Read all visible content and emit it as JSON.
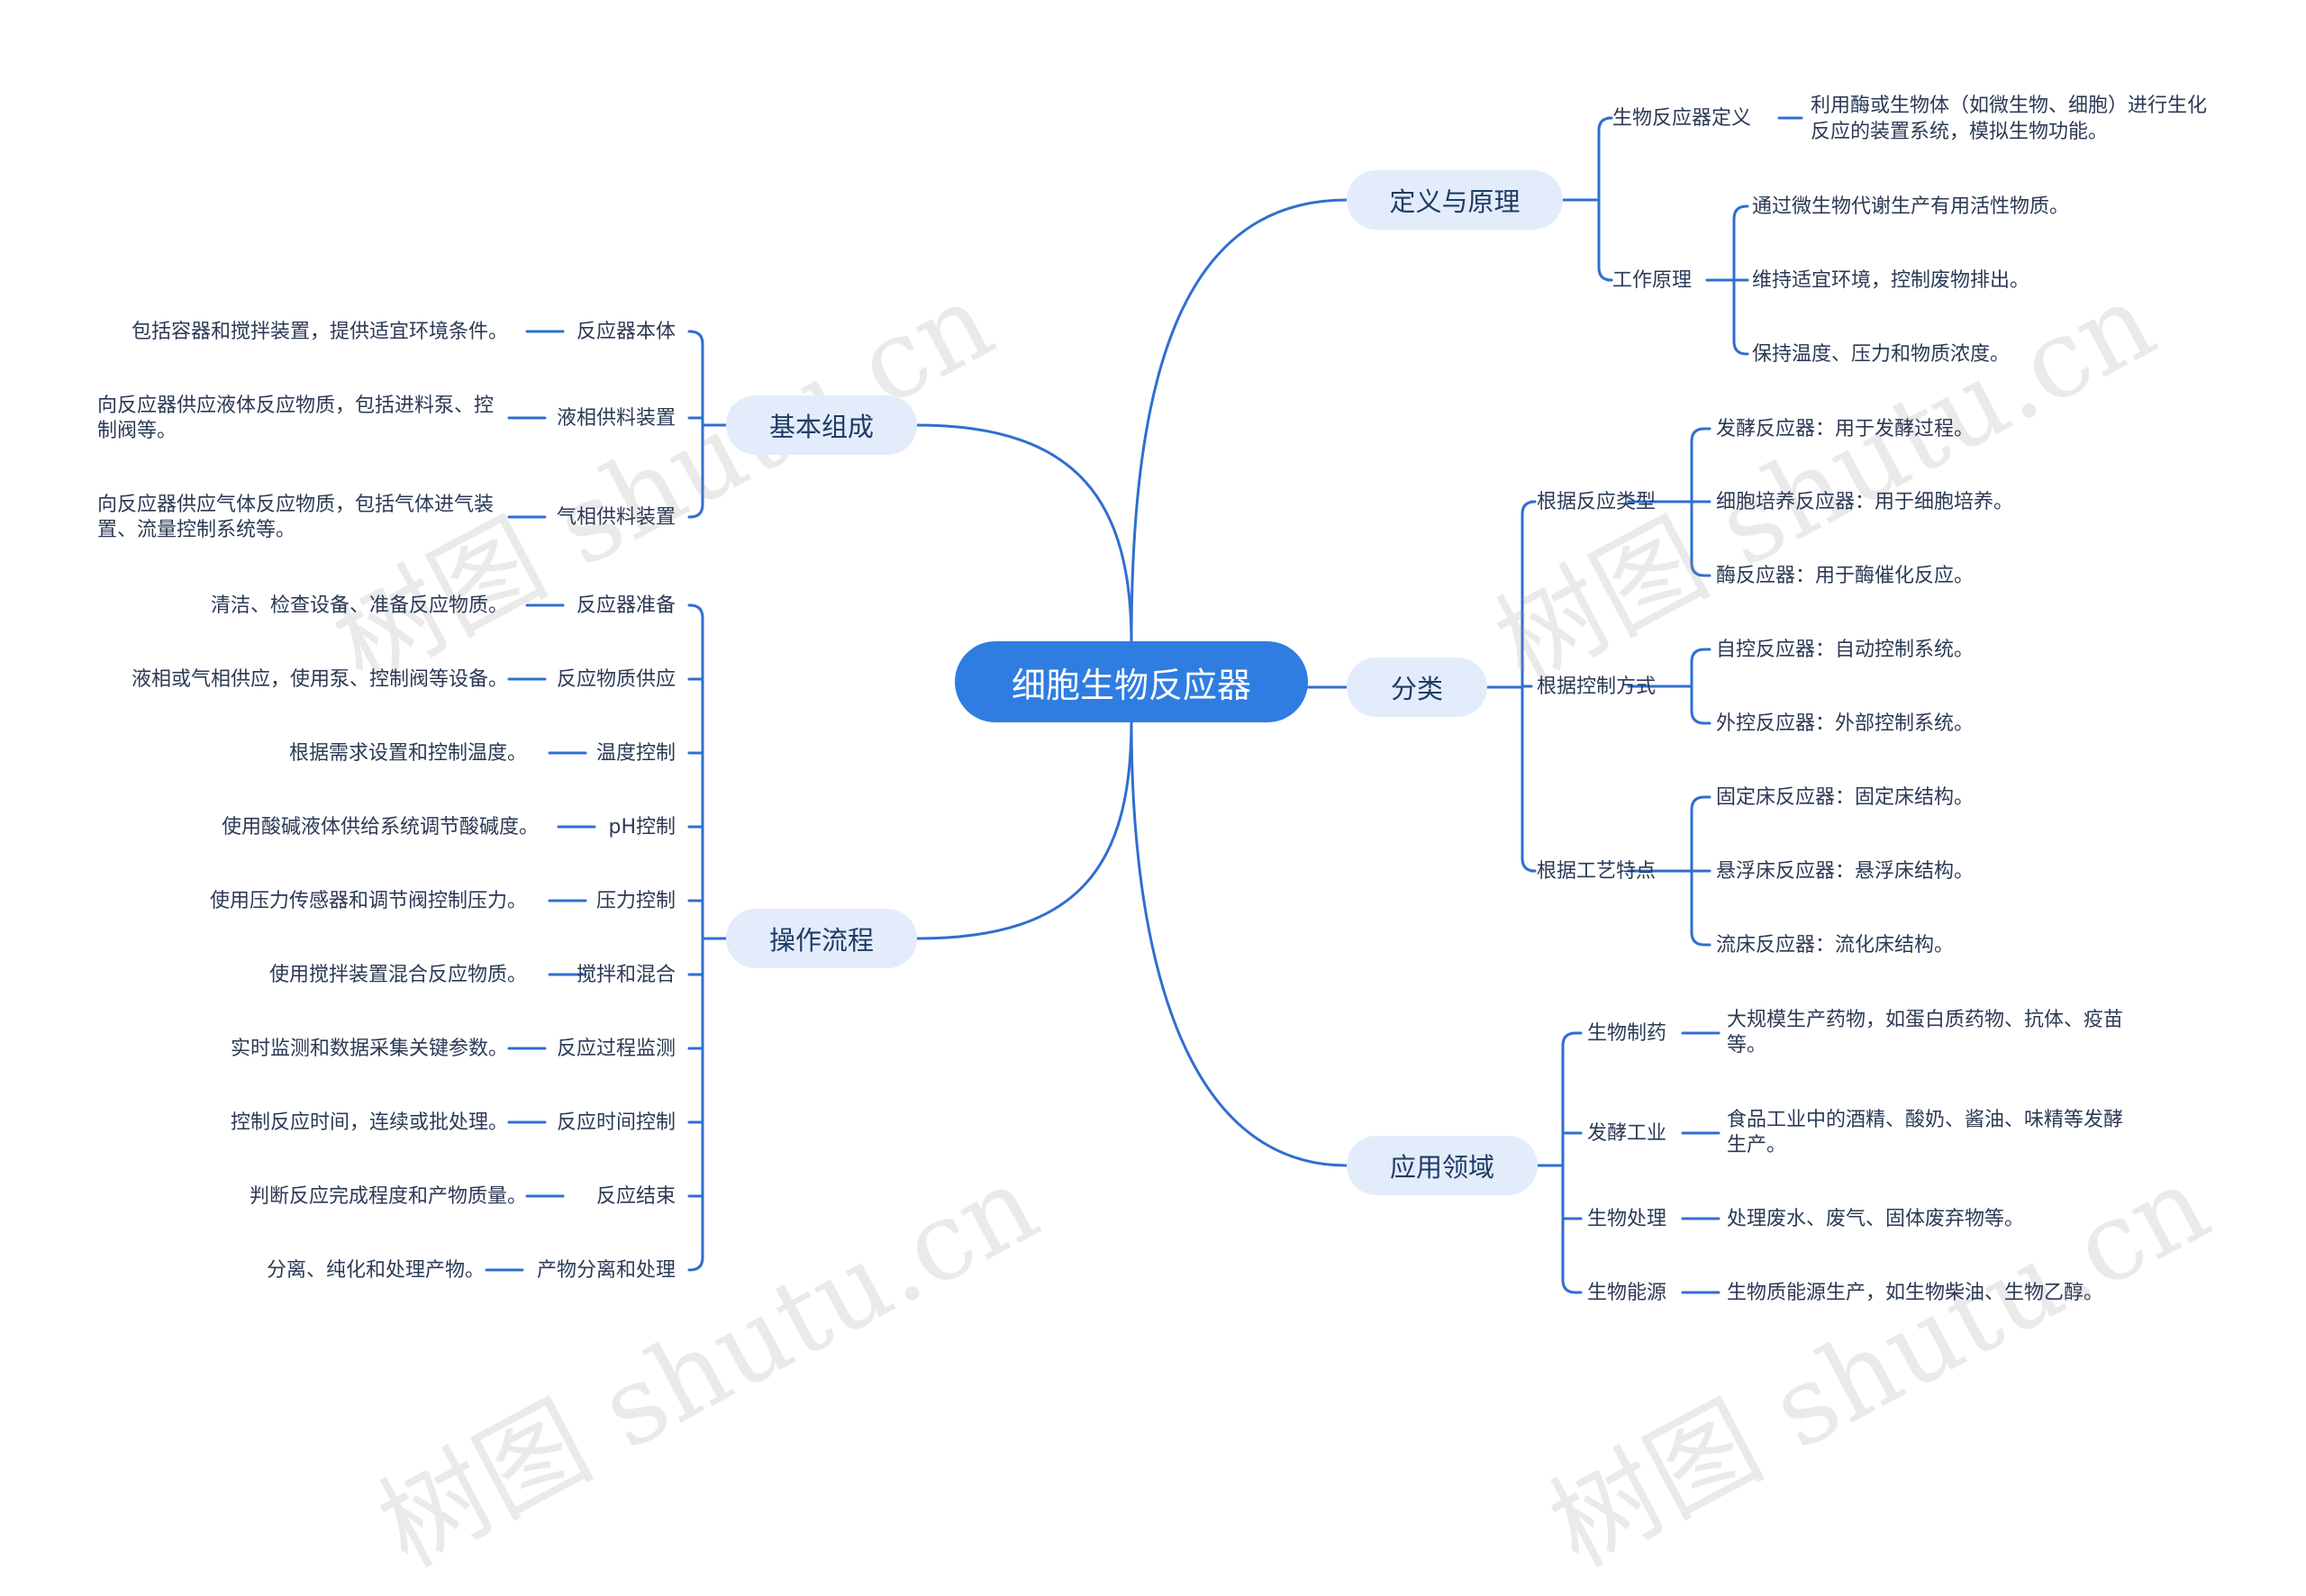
{
  "watermark": "树图 shutu.cn",
  "root": "细胞生物反应器",
  "branches": {
    "definition": "定义与原理",
    "classification": "分类",
    "application": "应用领域",
    "composition": "基本组成",
    "process": "操作流程"
  },
  "definition": {
    "def_label": "生物反应器定义",
    "def_text_1": "利用酶或生物体（如微生物、细胞）进行生化",
    "def_text_2": "反应的装置系统，模拟生物功能。",
    "principle_label": "工作原理",
    "principles": [
      "通过微生物代谢生产有用活性物质。",
      "维持适宜环境，控制废物排出。",
      "保持温度、压力和物质浓度。"
    ]
  },
  "classification": {
    "groups": [
      {
        "label": "根据反应类型",
        "items": [
          "发酵反应器：用于发酵过程。",
          "细胞培养反应器：用于细胞培养。",
          "酶反应器：用于酶催化反应。"
        ]
      },
      {
        "label": "根据控制方式",
        "items": [
          "自控反应器：自动控制系统。",
          "外控反应器：外部控制系统。"
        ]
      },
      {
        "label": "根据工艺特点",
        "items": [
          "固定床反应器：固定床结构。",
          "悬浮床反应器：悬浮床结构。",
          "流床反应器：流化床结构。"
        ]
      }
    ]
  },
  "application": {
    "items": [
      {
        "label": "生物制药",
        "text_1": "大规模生产药物，如蛋白质药物、抗体、疫苗",
        "text_2": "等。"
      },
      {
        "label": "发酵工业",
        "text_1": "食品工业中的酒精、酸奶、酱油、味精等发酵",
        "text_2": "生产。"
      },
      {
        "label": "生物处理",
        "text_1": "处理废水、废气、固体废弃物等。",
        "text_2": ""
      },
      {
        "label": "生物能源",
        "text_1": "生物质能源生产，如生物柴油、生物乙醇。",
        "text_2": ""
      }
    ]
  },
  "composition": {
    "items": [
      {
        "label": "反应器本体",
        "text_1": "包括容器和搅拌装置，提供适宜环境条件。",
        "text_2": ""
      },
      {
        "label": "液相供料装置",
        "text_1": "向反应器供应液体反应物质，包括进料泵、控",
        "text_2": "制阀等。"
      },
      {
        "label": "气相供料装置",
        "text_1": "向反应器供应气体反应物质，包括气体进气装",
        "text_2": "置、流量控制系统等。"
      }
    ]
  },
  "process": {
    "items": [
      {
        "label": "反应器准备",
        "text": "清洁、检查设备、准备反应物质。"
      },
      {
        "label": "反应物质供应",
        "text": "液相或气相供应，使用泵、控制阀等设备。"
      },
      {
        "label": "温度控制",
        "text": "根据需求设置和控制温度。"
      },
      {
        "label": "pH控制",
        "text": "使用酸碱液体供给系统调节酸碱度。"
      },
      {
        "label": "压力控制",
        "text": "使用压力传感器和调节阀控制压力。"
      },
      {
        "label": "搅拌和混合",
        "text": "使用搅拌装置混合反应物质。"
      },
      {
        "label": "反应过程监测",
        "text": "实时监测和数据采集关键参数。"
      },
      {
        "label": "反应时间控制",
        "text": "控制反应时间，连续或批处理。"
      },
      {
        "label": "反应结束",
        "text": "判断反应完成程度和产物质量。"
      },
      {
        "label": "产物分离和处理",
        "text": "分离、纯化和处理产物。"
      }
    ]
  },
  "colors": {
    "line": "#2f6fd0",
    "root_bg": "#2f7de1",
    "branch_bg": "#e3ecfb"
  }
}
